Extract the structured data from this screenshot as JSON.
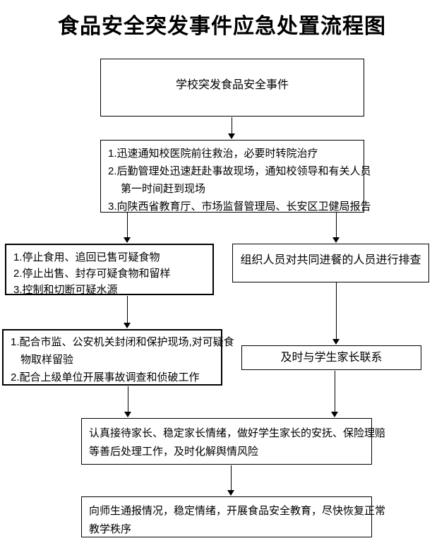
{
  "title": "食品安全突发事件应急处置流程图",
  "colors": {
    "text": "#000000",
    "border": "#000000",
    "background": "#ffffff"
  },
  "boxes": {
    "incident": {
      "text": "学校突发食品安全事件"
    },
    "response": {
      "lines": [
        "1.迅速通知校医院前往救治，必要时转院治疗",
        "2.后勤管理处迅速赶赴事故现场，通知校领导和有关人员",
        "第一时间赶到现场",
        "3.向陕西省教育厅、市场监督管理局、长安区卫健局报告"
      ]
    },
    "containment": {
      "lines": [
        "1.停止食用、追回已售可疑食物",
        "2.停止出售、封存可疑食物和留样",
        "3.控制和切断可疑水源"
      ]
    },
    "screening": {
      "text": "组织人员对共同进餐的人员进行排查"
    },
    "cooperation": {
      "lines": [
        "1.配合市监、公安机关封闭和保护现场,对可疑食",
        "物取样留验",
        "2.配合上级单位开展事故调查和侦破工作"
      ]
    },
    "contact_parents": {
      "text": "及时与学生家长联系"
    },
    "aftercare": {
      "lines": [
        "认真接待家长、稳定家长情绪，做好学生家长的安抚、保险理赔",
        "等善后处理工作，及时化解舆情风险"
      ]
    },
    "restore": {
      "lines": [
        "向师生通报情况，稳定情绪，开展食品安全教育，尽快恢复正常",
        "教学秩序"
      ]
    }
  },
  "edges": [
    {
      "from": "incident",
      "to": "response"
    },
    {
      "from": "response",
      "to": "containment"
    },
    {
      "from": "response",
      "to": "screening"
    },
    {
      "from": "containment",
      "to": "cooperation"
    },
    {
      "from": "screening",
      "to": "contact_parents"
    },
    {
      "from": "cooperation",
      "to": "aftercare"
    },
    {
      "from": "contact_parents",
      "to": "aftercare"
    },
    {
      "from": "aftercare",
      "to": "restore"
    }
  ]
}
